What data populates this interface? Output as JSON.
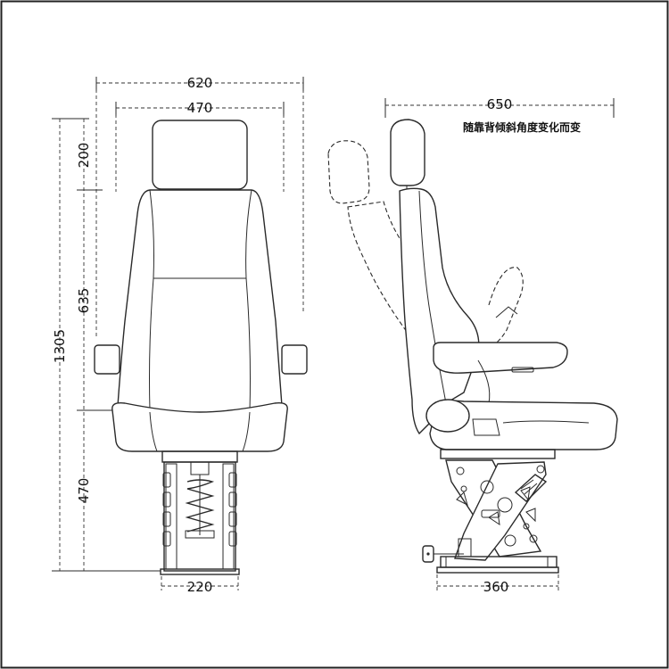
{
  "front_view": {
    "width_overall": "620",
    "width_seat": "470",
    "height_total": "1305",
    "height_headrest": "200",
    "height_backrest": "635",
    "height_base": "470",
    "base_width": "220"
  },
  "side_view": {
    "depth_overall": "650",
    "depth_note": "随靠背倾斜角度变化而变",
    "base_depth": "360"
  }
}
